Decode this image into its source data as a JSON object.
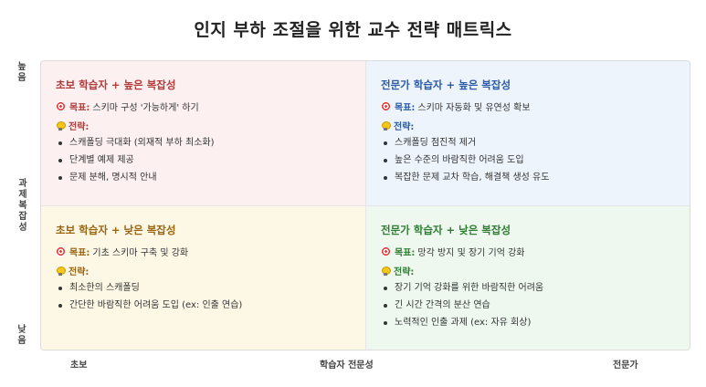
{
  "title": "인지 부하 조절을 위한 교수 전략 매트릭스",
  "y_axis": {
    "high": "높음",
    "label": "과제 복잡성",
    "low": "낮음"
  },
  "x_axis": {
    "low": "초보",
    "label": "학습자 전문성",
    "high": "전문가"
  },
  "goal_label": "목표:",
  "strategy_label": "전략:",
  "quadrants": {
    "top_left": {
      "title": "초보 학습자 + 높은 복잡성",
      "goal": "스키마 구성 '가능하게' 하기",
      "items": [
        "스캐폴딩 극대화 (외재적 부하 최소화)",
        "단계별 예제 제공",
        "문제 분해, 명시적 안내"
      ]
    },
    "top_right": {
      "title": "전문가 학습자 + 높은 복잡성",
      "goal": "스키마 자동화 및 유연성 확보",
      "items": [
        "스캐폴딩 점진적 제거",
        "높은 수준의 바람직한 어려움 도입",
        "복잡한 문제 교차 학습, 해결책 생성 유도"
      ]
    },
    "bottom_left": {
      "title": "초보 학습자 + 낮은 복잡성",
      "goal": "기초 스키마 구축 및 강화",
      "items": [
        "최소한의 스캐폴딩",
        "간단한 바람직한 어려움 도입 (ex: 인출 연습)"
      ]
    },
    "bottom_right": {
      "title": "전문가 학습자 + 낮은 복잡성",
      "goal": "망각 방지 및 장기 기억 강화",
      "items": [
        "장기 기억 강화를 위한 바람직한 어려움",
        "긴 시간 간격의 분산 연습",
        "노력적인 인출 과제 (ex: 자유 회상)"
      ]
    }
  }
}
